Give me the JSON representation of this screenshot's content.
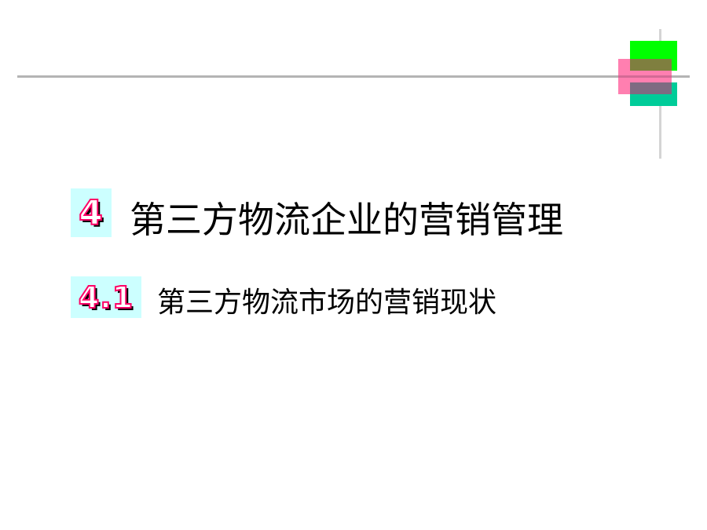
{
  "slide": {
    "heading": {
      "number": "4",
      "title": "第三方物流企业的营销管理"
    },
    "subheading": {
      "number": "4.1",
      "title": "第三方物流市场的营销现状"
    }
  },
  "colors": {
    "green": "#00ff00",
    "pink": "#ff7fb0",
    "teal": "#00cc99",
    "badge_bg": "#ccffff",
    "number_outline": "#ff0066"
  }
}
